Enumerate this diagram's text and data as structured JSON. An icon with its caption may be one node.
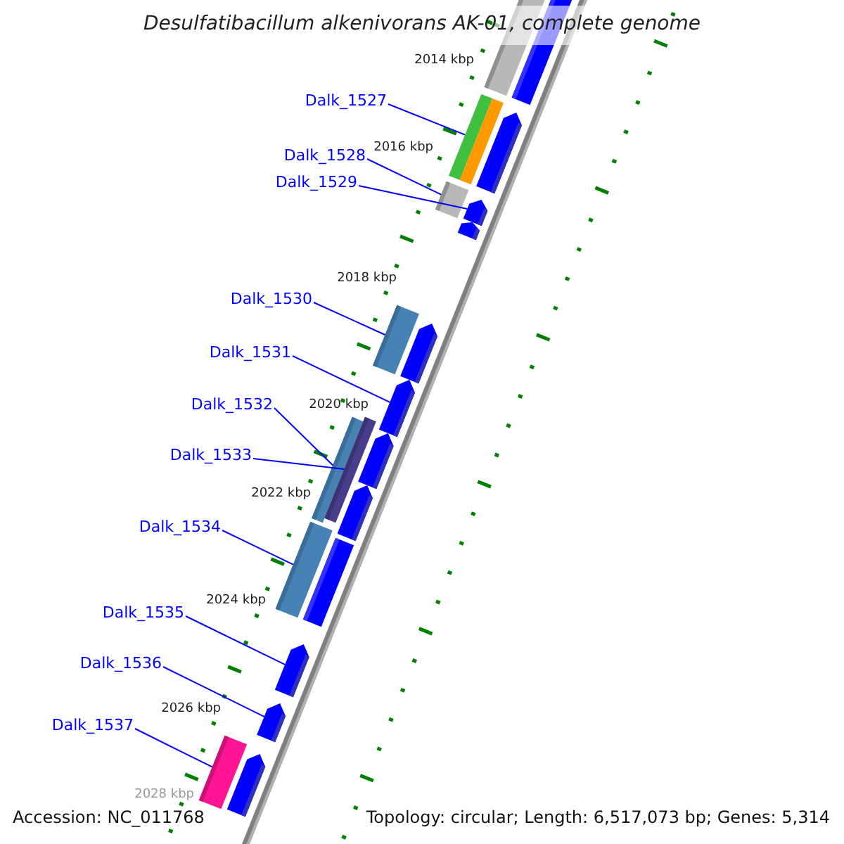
{
  "diagram": {
    "title": "Desulfatibacillum alkenivorans AK-01, complete genome",
    "nodes": [
      {
        "text": [
          "Dalk_1527"
        ]
      },
      {
        "text": [
          "Dalk_1528"
        ]
      },
      {
        "text": [
          "Dalk_1529"
        ]
      },
      {
        "text": [
          "Dalk_1530"
        ]
      },
      {
        "text": [
          "Dalk_1531"
        ]
      },
      {
        "text": [
          "Dalk_1532"
        ]
      },
      {
        "text": [
          "Dalk_1533"
        ]
      },
      {
        "text": [
          "Dalk_1534"
        ]
      },
      {
        "text": [
          "Dalk_1535"
        ]
      },
      {
        "text": [
          "Dalk_1536"
        ]
      },
      {
        "text": [
          "Dalk_1537"
        ]
      },
      {
        "text": [],
        "shape": "bar"
      },
      {
        "text": [],
        "shape": "bar"
      },
      {
        "text": [],
        "shape": "bar"
      },
      {
        "text": [],
        "shape": "bar"
      },
      {
        "text": [],
        "shape": "bar"
      },
      {
        "text": [],
        "shape": "bar"
      },
      {
        "text": [],
        "shape": "bar"
      },
      {
        "text": [],
        "shape": "bar"
      },
      {
        "text": [],
        "shape": "bar"
      },
      {
        "text": [],
        "shape": "bar"
      },
      {
        "text": [],
        "shape": "bar"
      }
    ],
    "edges": [
      {
        "from": 0,
        "to": 11,
        "arrow": "none"
      },
      {
        "from": 1,
        "to": 12,
        "arrow": "none"
      },
      {
        "from": 2,
        "to": 13,
        "arrow": "none"
      },
      {
        "from": 3,
        "to": 14,
        "arrow": "none"
      },
      {
        "from": 4,
        "to": 15,
        "arrow": "none"
      },
      {
        "from": 5,
        "to": 16,
        "arrow": "none"
      },
      {
        "from": 6,
        "to": 17,
        "arrow": "none"
      },
      {
        "from": 7,
        "to": 18,
        "arrow": "none"
      },
      {
        "from": 8,
        "to": 19,
        "arrow": "none"
      },
      {
        "from": 9,
        "to": 20,
        "arrow": "none"
      },
      {
        "from": 10,
        "to": 21,
        "arrow": "none"
      }
    ],
    "labels": [
      "2014 kbp",
      "2016 kbp",
      "2018 kbp",
      "2020 kbp",
      "2022 kbp",
      "2024 kbp",
      "2026 kbp",
      "2028 kbp",
      "Accession: NC_011768",
      "Topology: circular; Length: 6,517,073 bp; Genes: 5,314"
    ]
  }
}
